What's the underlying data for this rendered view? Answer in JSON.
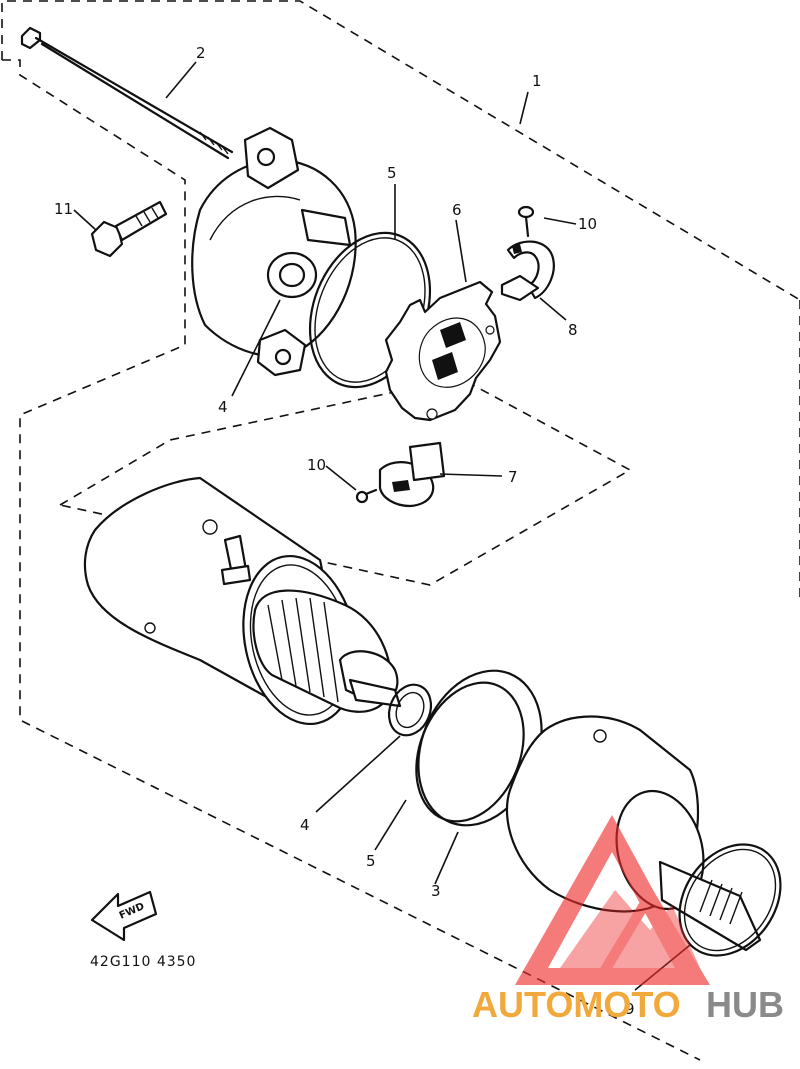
{
  "callouts": {
    "c1": "1",
    "c2": "2",
    "c3": "3",
    "c4_top": "4",
    "c4_bottom": "4",
    "c5_top": "5",
    "c5_bottom": "5",
    "c6": "6",
    "c7": "7",
    "c8": "8",
    "c9": "9",
    "c10_top": "10",
    "c10_mid": "10",
    "c11": "11"
  },
  "fwd_label": "FWD",
  "diagram_code": "42G110 4350",
  "watermark": {
    "part1": "AUTOMOTO",
    "part2": "HUB",
    "color1": "#f2a93b",
    "color2": "#8a8a8a",
    "logo_color": "#ef2b2b"
  }
}
